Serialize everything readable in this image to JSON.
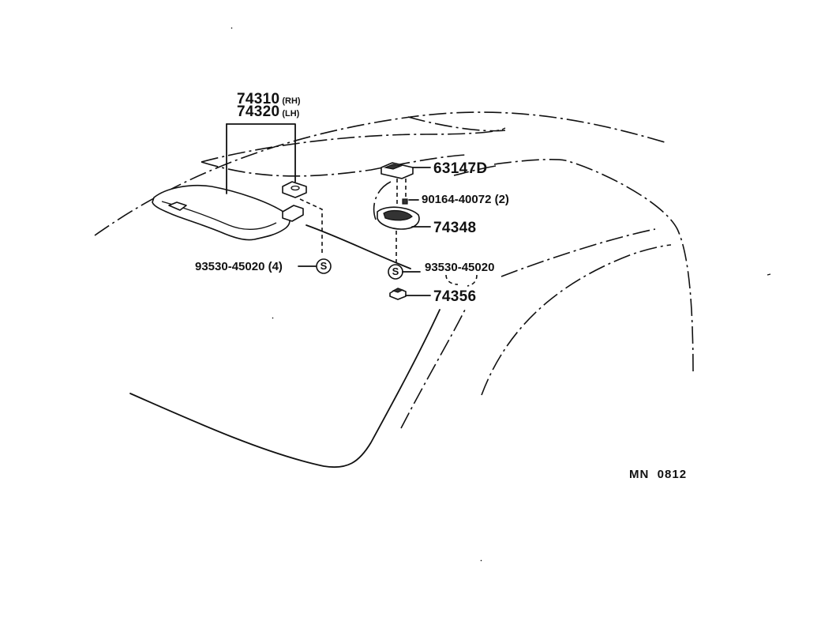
{
  "callouts": [
    {
      "id": "sunvisor-rh",
      "number": "74310",
      "suffix": "(RH)"
    },
    {
      "id": "sunvisor-lh",
      "number": "74320",
      "suffix": "(LH)"
    },
    {
      "id": "screw-left",
      "text": "93530-45020 (4)"
    },
    {
      "id": "lamp-lens",
      "text": "63147D"
    },
    {
      "id": "screw-lamp",
      "text": "90164-40072 (2)"
    },
    {
      "id": "lamp-housing",
      "text": "74348"
    },
    {
      "id": "screw-right",
      "text": "93530-45020"
    },
    {
      "id": "holder",
      "text": "74356"
    }
  ],
  "screw_symbol": "S",
  "diagram_code": "MN  0812"
}
